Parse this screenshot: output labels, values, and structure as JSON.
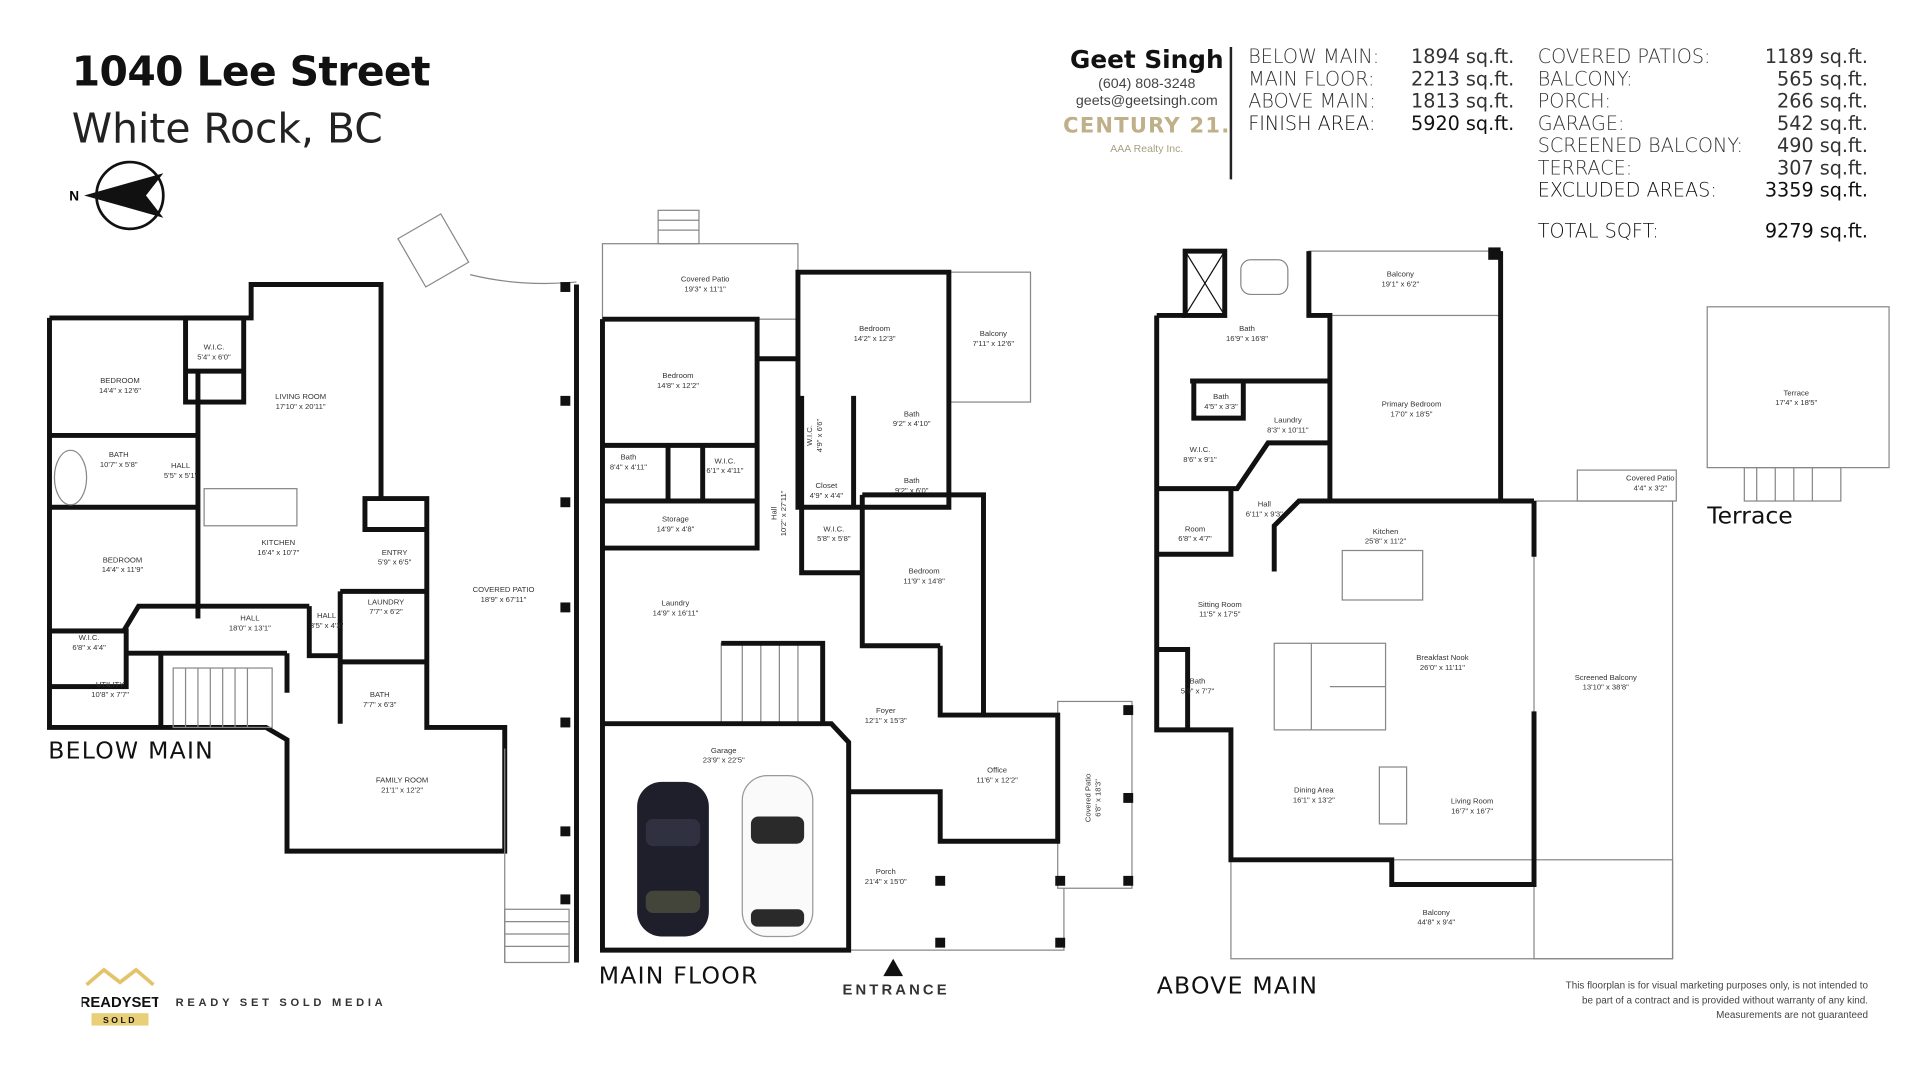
{
  "header": {
    "address_line1": "1040 Lee Street",
    "address_line2": "White Rock, BC",
    "compass_letter": "N"
  },
  "agent": {
    "name": "Geet Singh",
    "phone": "(604) 808-3248",
    "email": "geets@geetsingh.com",
    "brokerage": "CENTURY 21.",
    "brokerage_sub": "AAA Realty Inc.",
    "brand_color": "#bfb08a"
  },
  "areas": {
    "finished": [
      {
        "label": "BELOW MAIN:",
        "value": "1894 sq.ft."
      },
      {
        "label": "MAIN FLOOR:",
        "value": "2213 sq.ft."
      },
      {
        "label": "ABOVE MAIN:",
        "value": "1813 sq.ft."
      },
      {
        "label": "FINISH AREA:",
        "value": "5920 sq.ft."
      }
    ],
    "excluded": [
      {
        "label": "COVERED PATIOS:",
        "value": "1189 sq.ft."
      },
      {
        "label": "BALCONY:",
        "value": "565 sq.ft."
      },
      {
        "label": "PORCH:",
        "value": "266 sq.ft."
      },
      {
        "label": "GARAGE:",
        "value": "542 sq.ft."
      },
      {
        "label": "SCREENED BALCONY:",
        "value": "490 sq.ft."
      },
      {
        "label": "TERRACE:",
        "value": "307 sq.ft."
      },
      {
        "label": "EXCLUDED AREAS:",
        "value": "3359 sq.ft."
      }
    ],
    "total": {
      "label": "TOTAL SQFT:",
      "value": "9279 sq.ft."
    }
  },
  "floors": {
    "below_main": {
      "label": "BELOW MAIN",
      "rooms": [
        {
          "name": "W.I.C.",
          "dims": "5'4\" x 6'0\""
        },
        {
          "name": "BEDROOM",
          "dims": "14'4\" x 12'6\""
        },
        {
          "name": "LIVING ROOM",
          "dims": "17'10\" x 20'11\""
        },
        {
          "name": "BATH",
          "dims": "10'7\" x 5'8\""
        },
        {
          "name": "HALL",
          "dims": "5'5\" x 5'1\""
        },
        {
          "name": "KITCHEN",
          "dims": "16'4\" x 10'7\""
        },
        {
          "name": "ENTRY",
          "dims": "5'9\" x 6'5\""
        },
        {
          "name": "BEDROOM",
          "dims": "14'4\" x 11'9\""
        },
        {
          "name": "COVERED PATIO",
          "dims": "18'9\" x 67'11\""
        },
        {
          "name": "LAUNDRY",
          "dims": "7'7\" x 6'2\""
        },
        {
          "name": "HALL",
          "dims": "18'0\" x 13'1\""
        },
        {
          "name": "HALL",
          "dims": "3'5\" x 4'3\""
        },
        {
          "name": "W.I.C.",
          "dims": "6'8\" x 4'4\""
        },
        {
          "name": "UTILITY",
          "dims": "10'8\" x 7'7\""
        },
        {
          "name": "BATH",
          "dims": "7'7\" x 6'3\""
        },
        {
          "name": "FAMILY ROOM",
          "dims": "21'1\" x 12'2\""
        }
      ]
    },
    "main_floor": {
      "label": "MAIN FLOOR",
      "entrance_label": "ENTRANCE",
      "rooms": [
        {
          "name": "Covered Patio",
          "dims": "19'3\" x 11'1\""
        },
        {
          "name": "Bedroom",
          "dims": "14'2\" x 12'3\""
        },
        {
          "name": "Balcony",
          "dims": "7'11\" x 12'6\""
        },
        {
          "name": "Bedroom",
          "dims": "14'8\" x 12'2\""
        },
        {
          "name": "W.I.C.",
          "dims": "4'9\" x 6'6\""
        },
        {
          "name": "Bath",
          "dims": "9'2\" x 4'10\""
        },
        {
          "name": "Bath",
          "dims": "8'4\" x 4'11\""
        },
        {
          "name": "W.I.C.",
          "dims": "6'1\" x 4'11\""
        },
        {
          "name": "Closet",
          "dims": "4'9\" x 4'4\""
        },
        {
          "name": "Bath",
          "dims": "9'2\" x 6'0\""
        },
        {
          "name": "Hall",
          "dims": "10'2\" x 27'11\""
        },
        {
          "name": "Storage",
          "dims": "14'9\" x 4'8\""
        },
        {
          "name": "W.I.C.",
          "dims": "5'8\" x 5'8\""
        },
        {
          "name": "Bedroom",
          "dims": "11'9\" x 14'8\""
        },
        {
          "name": "Laundry",
          "dims": "14'9\" x 16'11\""
        },
        {
          "name": "Foyer",
          "dims": "12'1\" x 15'3\""
        },
        {
          "name": "Garage",
          "dims": "23'9\" x 22'5\""
        },
        {
          "name": "Office",
          "dims": "11'6\" x 12'2\""
        },
        {
          "name": "Covered Patio",
          "dims": "6'8\" x 18'3\""
        },
        {
          "name": "Porch",
          "dims": "21'4\" x 15'0\""
        }
      ]
    },
    "above_main": {
      "label": "ABOVE MAIN",
      "rooms": [
        {
          "name": "Balcony",
          "dims": "19'1\" x 6'2\""
        },
        {
          "name": "Bath",
          "dims": "16'9\" x 16'8\""
        },
        {
          "name": "Bath",
          "dims": "4'5\" x 3'3\""
        },
        {
          "name": "Laundry",
          "dims": "8'3\" x 10'11\""
        },
        {
          "name": "Primary Bedroom",
          "dims": "17'0\" x 18'5\""
        },
        {
          "name": "W.I.C.",
          "dims": "8'6\" x 9'1\""
        },
        {
          "name": "Hall",
          "dims": "6'11\" x 9'3\""
        },
        {
          "name": "Covered Patio",
          "dims": "4'4\" x 3'2\""
        },
        {
          "name": "Room",
          "dims": "6'8\" x 4'7\""
        },
        {
          "name": "Kitchen",
          "dims": "25'8\" x 11'2\""
        },
        {
          "name": "Sitting Room",
          "dims": "11'5\" x 17'5\""
        },
        {
          "name": "Breakfast Nook",
          "dims": "26'0\" x 11'11\""
        },
        {
          "name": "Screened Balcony",
          "dims": "13'10\" x 38'8\""
        },
        {
          "name": "Bath",
          "dims": "5'9\" x 7'7\""
        },
        {
          "name": "Dining Area",
          "dims": "16'1\" x 13'2\""
        },
        {
          "name": "Living Room",
          "dims": "16'7\" x 16'7\""
        },
        {
          "name": "Balcony",
          "dims": "44'8\" x 9'4\""
        }
      ]
    },
    "terrace": {
      "label": "Terrace",
      "rooms": [
        {
          "name": "Terrace",
          "dims": "17'4\" x 18'5\""
        }
      ]
    }
  },
  "footer": {
    "logo_text": "READYSET SOLD",
    "company": "READY SET SOLD MEDIA",
    "disclaimer_lines": [
      "This floorplan is for visual marketing purposes only, is not intended to",
      "be part of a contract and is provided without warranty of any kind.",
      "Measurements are not guaranteed"
    ]
  }
}
